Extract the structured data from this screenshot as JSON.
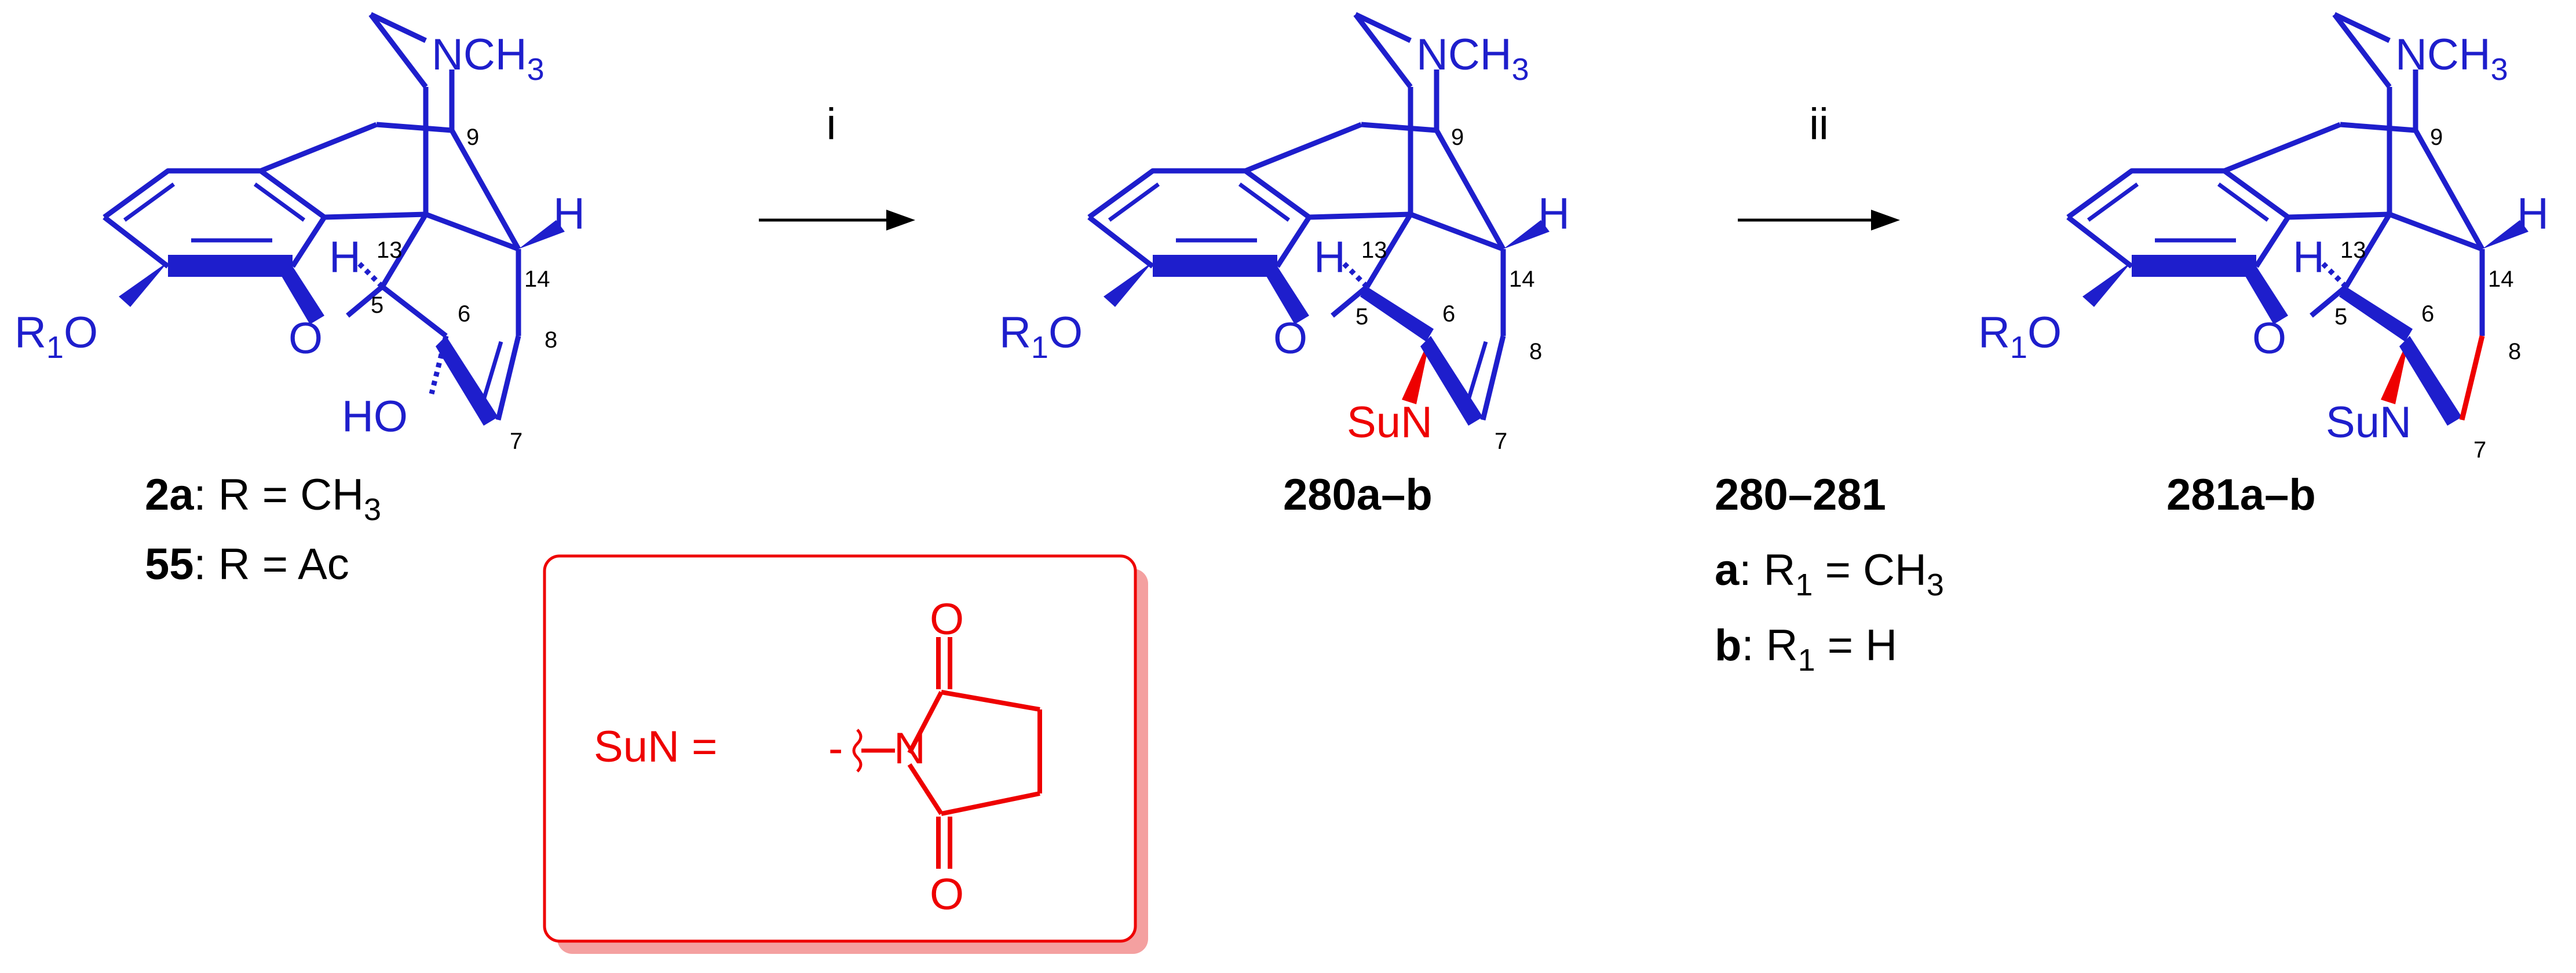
{
  "colors": {
    "scaffold": "#1e1ecc",
    "highlight": "#ee0000",
    "text": "#000000",
    "box_shadow": "#f4a0a0"
  },
  "compound_1": {
    "label_methyl_n": "NCH",
    "label_methyl_n_sub": "3",
    "label_r1o": "R",
    "label_r1o_sub": "1",
    "label_r1o_tail": "O",
    "label_o_bridge": "O",
    "label_h_top": "H",
    "label_h_right": "H",
    "label_ho": "HO",
    "locant_9": "9",
    "locant_13": "13",
    "locant_14": "14",
    "locant_5": "5",
    "locant_6": "6",
    "locant_8": "8",
    "locant_7": "7",
    "caption_1_bold": "2a",
    "caption_1_rest": ": R = CH",
    "caption_1_sub": "3",
    "caption_2_bold": "55",
    "caption_2_rest": ": R = Ac"
  },
  "compound_2": {
    "label_methyl_n": "NCH",
    "label_methyl_n_sub": "3",
    "label_r1o": "R",
    "label_r1o_sub": "1",
    "label_r1o_tail": "O",
    "label_o_bridge": "O",
    "label_h_top": "H",
    "label_h_right": "H",
    "label_sun": "SuN",
    "locant_9": "9",
    "locant_13": "13",
    "locant_14": "14",
    "locant_5": "5",
    "locant_6": "6",
    "locant_8": "8",
    "locant_7": "7",
    "caption_bold": "280a–b"
  },
  "compound_3": {
    "label_methyl_n": "NCH",
    "label_methyl_n_sub": "3",
    "label_r1o": "R",
    "label_r1o_sub": "1",
    "label_r1o_tail": "O",
    "label_o_bridge": "O",
    "label_h_top": "H",
    "label_h_right": "H",
    "label_sun": "SuN",
    "locant_9": "9",
    "locant_13": "13",
    "locant_14": "14",
    "locant_5": "5",
    "locant_6": "6",
    "locant_8": "8",
    "locant_7": "7",
    "caption_bold": "281a–b"
  },
  "reaction": {
    "step_1": "i",
    "step_2": "ii"
  },
  "legend": {
    "range_bold": "280–281",
    "entry_a_bold": "a",
    "entry_a_rest": ": R",
    "entry_a_sub": "1",
    "entry_a_tail": " = CH",
    "entry_a_sub2": "3",
    "entry_b_bold": "b",
    "entry_b_rest": ": R",
    "entry_b_sub": "1",
    "entry_b_tail": " = H"
  },
  "definition_box": {
    "label": "SuN =",
    "n_atom": "N",
    "o_top": "O",
    "o_bottom": "O",
    "attach_mark": "-",
    "attach_mark_2": "-"
  }
}
